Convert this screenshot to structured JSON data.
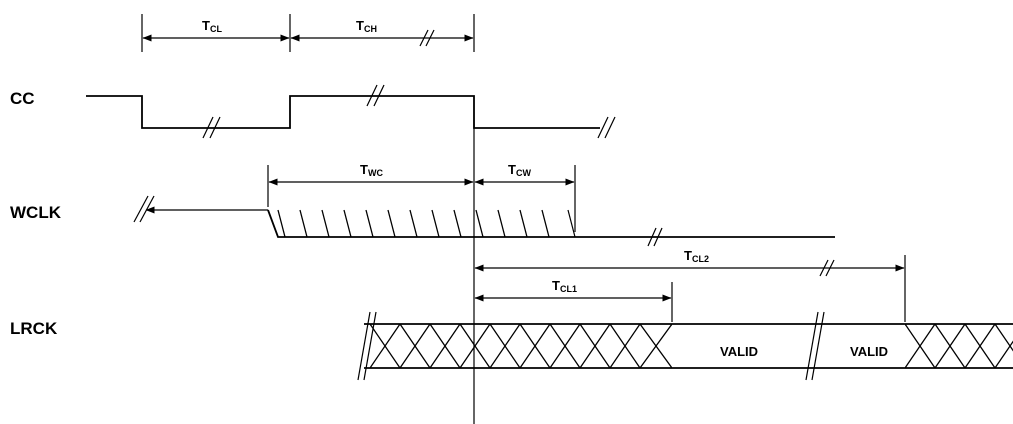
{
  "signals": {
    "cc": "CC",
    "wclk": "WCLK",
    "lrck": "LRCK"
  },
  "timings": {
    "tcl": {
      "main": "T",
      "sub": "CL"
    },
    "tch": {
      "main": "T",
      "sub": "CH"
    },
    "twc": {
      "main": "T",
      "sub": "WC"
    },
    "tcw": {
      "main": "T",
      "sub": "CW"
    },
    "tcl2": {
      "main": "T",
      "sub": "CL2"
    },
    "tcl1": {
      "main": "T",
      "sub": "CL1"
    }
  },
  "states": {
    "valid_1": "VALID",
    "valid_2": "VALID"
  }
}
